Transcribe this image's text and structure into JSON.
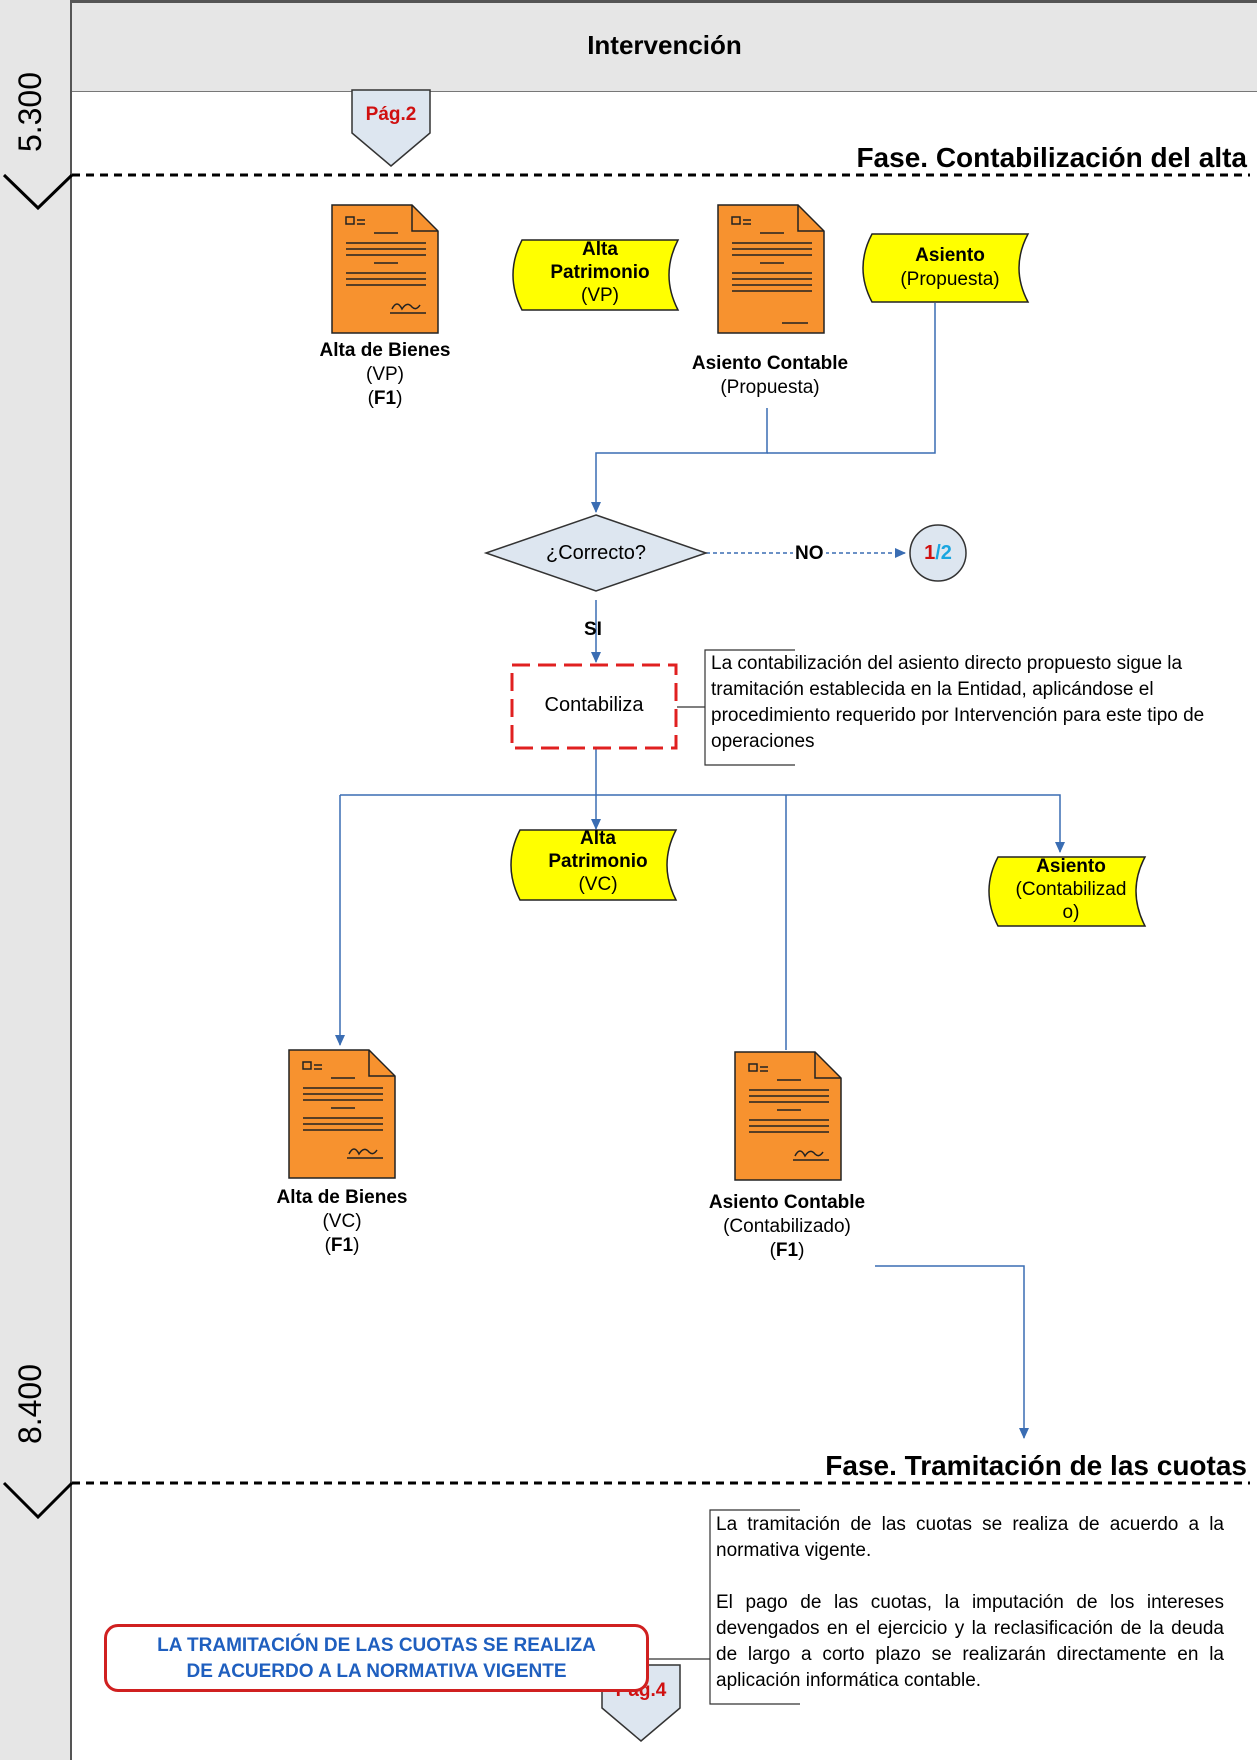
{
  "lane": {
    "title": "Intervención",
    "marker_top": "5.300",
    "marker_bottom": "8.400"
  },
  "connectors": {
    "page_in": "Pág.2",
    "page_out": "Pág.4",
    "off_page_1": "1",
    "off_page_sep": "/",
    "off_page_2": "2"
  },
  "phases": {
    "phase1": "Fase. Contabilización del alta",
    "phase2": "Fase. Tramitación de las cuotas"
  },
  "documents": {
    "alta_bienes_vp": {
      "title": "Alta de Bienes",
      "sub": "(VP)",
      "form_open": "(",
      "form": "F1",
      "form_close": ")"
    },
    "asiento_propuesta": {
      "title": "Asiento Contable",
      "sub": "(Propuesta)"
    },
    "alta_bienes_vc": {
      "title": "Alta de Bienes",
      "sub": "(VC)",
      "form_open": "(",
      "form": "F1",
      "form_close": ")"
    },
    "asiento_contabilizado": {
      "title": "Asiento Contable",
      "sub": "(Contabilizado)",
      "form_open": "(",
      "form": "F1",
      "form_close": ")"
    }
  },
  "data_stores": {
    "alta_patrimonio_vp": {
      "line1": "Alta",
      "line2": "Patrimonio",
      "line3": "(VP)"
    },
    "asiento_propuesta": {
      "line1": "Asiento",
      "line2": "(Propuesta)"
    },
    "alta_patrimonio_vc": {
      "line1": "Alta",
      "line2": "Patrimonio",
      "line3": "(VC)"
    },
    "asiento_contabilizado": {
      "line1": "Asiento",
      "line2": "(Contabilizad",
      "line3": "o)"
    }
  },
  "decision": {
    "question": "¿Correcto?",
    "yes": "SI",
    "no": "NO"
  },
  "process": {
    "contabiliza": "Contabiliza"
  },
  "notes": {
    "contabiliza_note": "La contabilización del asiento directo propuesto sigue la tramitación establecida en la Entidad, aplicándose el procedimiento requerido por Intervención para este tipo de operaciones",
    "cuotas_note_1": "La tramitación de las cuotas se realiza de acuerdo a la normativa vigente.",
    "cuotas_note_2": "El pago de las cuotas, la imputación de los intereses devengados en el ejercicio y la reclasificación de la deuda de largo a corto plazo se realizarán directamente en la aplicación informática contable."
  },
  "banner": {
    "line1": "LA TRAMITACIÓN DE LAS CUOTAS SE REALIZA",
    "line2": "DE ACUERDO A LA NORMATIVA VIGENTE"
  },
  "colors": {
    "document_fill": "#f7922f",
    "store_fill": "#ffff00",
    "connector_blue": "#3a6db3",
    "decision_fill": "#dde6f0",
    "banner_border": "#d02020",
    "banner_text": "#1f5fbf",
    "offpage_red": "#d01010",
    "offpage_cyan": "#1aa6e0"
  }
}
